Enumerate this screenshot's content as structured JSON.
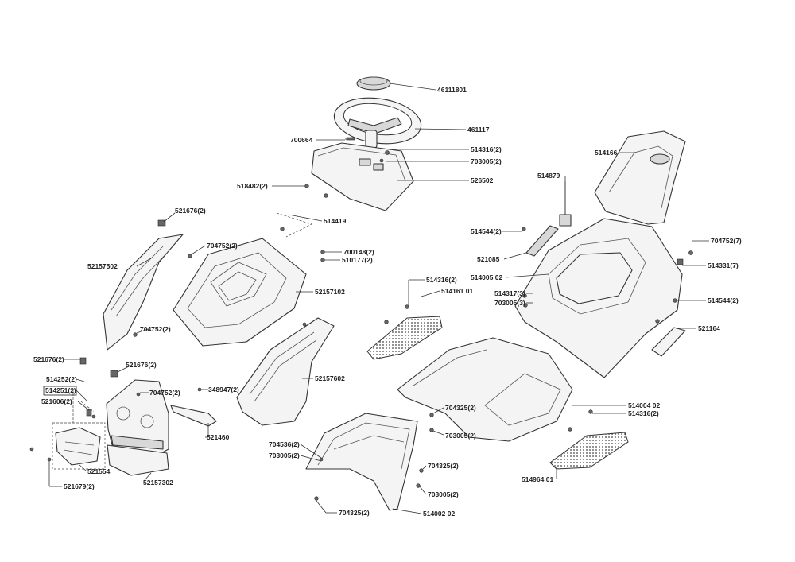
{
  "labels": {
    "l46111801": "46111801",
    "l461117": "461117",
    "l700664": "700664",
    "l514316_top": "514316(2)",
    "l703005_top": "703005(2)",
    "l526502": "526502",
    "l518482": "518482(2)",
    "l514166": "514166",
    "l514879": "514879",
    "l514544_left": "514544(2)",
    "l521085": "521085",
    "l704752_7": "704752(7)",
    "l514331": "514331(7)",
    "l514005": "514005 02",
    "l514544_right": "514544(2)",
    "l521164": "521164",
    "l521676_a": "521676(2)",
    "l514419": "514419",
    "l704752_a": "704752(2)",
    "l700148": "700148(2)",
    "l510177": "510177(2)",
    "l52157502": "52157502",
    "l52157102": "52157102",
    "l514316_mid": "514316(2)",
    "l514161": "514161 01",
    "l514317": "514317(3)",
    "l703005_mid": "703005(3)",
    "l704752_b": "704752(2)",
    "l521676_b": "521676(2)",
    "l521676_c": "521676(2)",
    "l514252": "514252(2)",
    "l514251": "514251(2)",
    "l521606": "521606(2)",
    "l704752_c": "704752(2)",
    "l348947": "348947(2)",
    "l52157602": "52157602",
    "l521460": "521460",
    "l521554": "521554",
    "l52157302": "52157302",
    "l521679": "521679(2)",
    "l704325_a": "704325(2)",
    "l703005_b": "703005(2)",
    "l704536": "704536(2)",
    "l703005_c": "703005(2)",
    "l704325_b": "704325(2)",
    "l703005_d": "703005(2)",
    "l704325_c": "704325(2)",
    "l514002": "514002 02",
    "l514004": "514004 02",
    "l514316_low": "514316(2)",
    "l514964": "514964 01"
  }
}
